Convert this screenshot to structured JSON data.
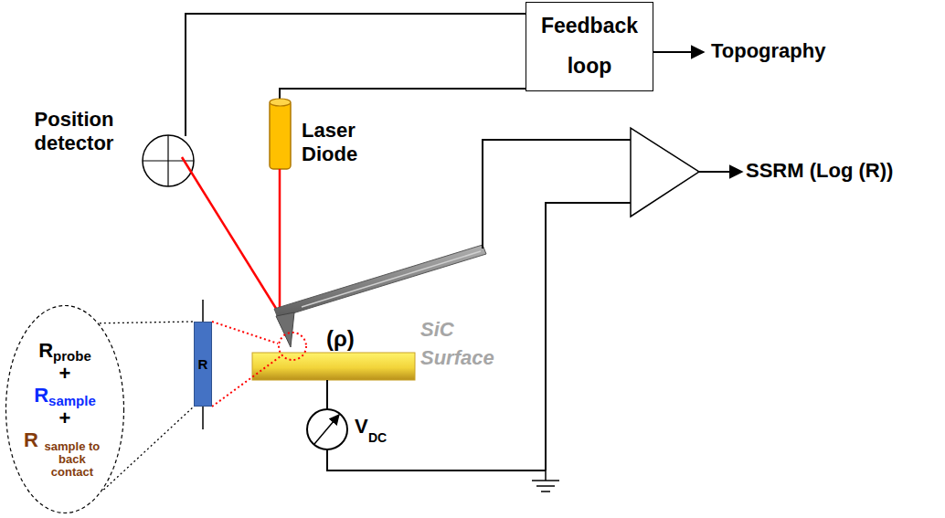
{
  "diagram": {
    "nodes": [
      {
        "text": [
          "Feedback loop"
        ]
      },
      {
        "text": [
          "R",
          "probe",
          "+",
          "R",
          "sample",
          "+",
          "R",
          "sample to back contact"
        ]
      },
      {
        "text": [
          "R"
        ]
      },
      {
        "text": [
          "(ρ)",
          "SiC Surface"
        ]
      }
    ],
    "edges": [
      {
        "from": 1,
        "to": 2,
        "arrow": "none"
      },
      {
        "from": 2,
        "to": 3,
        "arrow": "none"
      }
    ],
    "labels": [
      "Topography",
      "Position detector",
      "Laser Diode",
      "SSRM (Log (R))",
      "V",
      "DC"
    ]
  }
}
